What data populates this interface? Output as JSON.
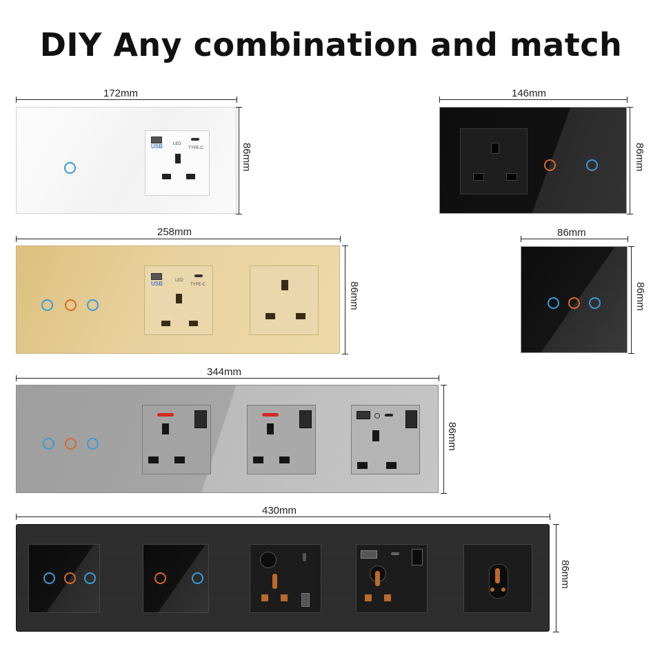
{
  "title": "DIY Any combination and match",
  "dimensions": {
    "d172": "172mm",
    "d146": "146mm",
    "d258": "258mm",
    "d86a": "86mm",
    "d344": "344mm",
    "d430": "430mm",
    "h1": "86mm",
    "h2": "86mm",
    "h3": "86mm",
    "h4": "86mm",
    "h5": "86mm",
    "h6": "86mm"
  },
  "socket_text": {
    "usb": "USB",
    "led": "LED",
    "typec": "TYPE-C"
  },
  "colors": {
    "white_panel": "#f5f5f5",
    "black_panel": "#141414",
    "gold_panel": "#e5cf9a",
    "grey_panel": "#a9a9a9",
    "brushed_panel": "#2a2a2a",
    "blue_ring": "#3d9ad8",
    "orange_ring": "#d9692b"
  }
}
